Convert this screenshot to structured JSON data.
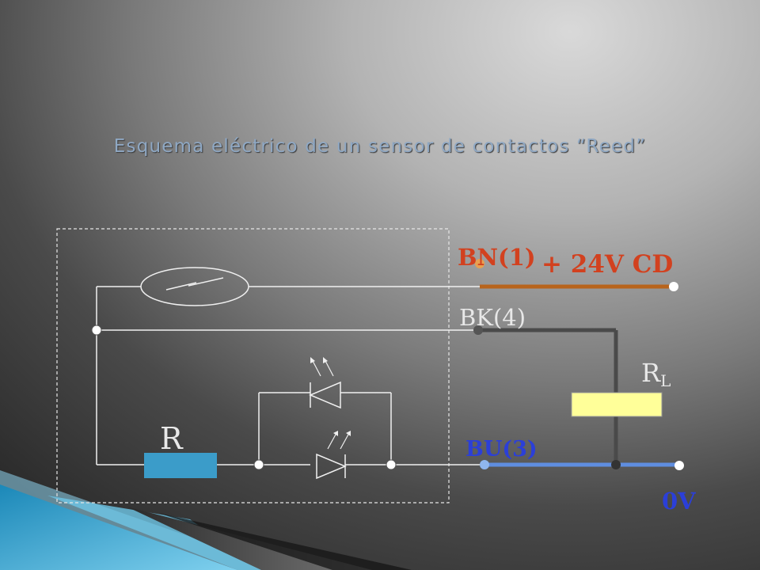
{
  "slide": {
    "title": "Esquema eléctrico de un sensor de contactos “Reed”"
  },
  "labels": {
    "bn": "BN(1)",
    "supply": "+ 24V CD",
    "bk": "BK(4)",
    "bu": "BU(3)",
    "zero": "0V",
    "rl_main": "R",
    "rl_sub": "L",
    "r": "R"
  },
  "colors": {
    "title": "#8fa8c4",
    "bn_wire": "#b8641c",
    "bk_wire": "#4a4a4a",
    "bu_wire": "#5f8ee0",
    "label_red": "#d2411f",
    "label_blue": "#2b3fd8",
    "load_fill": "#ffff99",
    "resistor_fill": "#3b9cc9"
  }
}
